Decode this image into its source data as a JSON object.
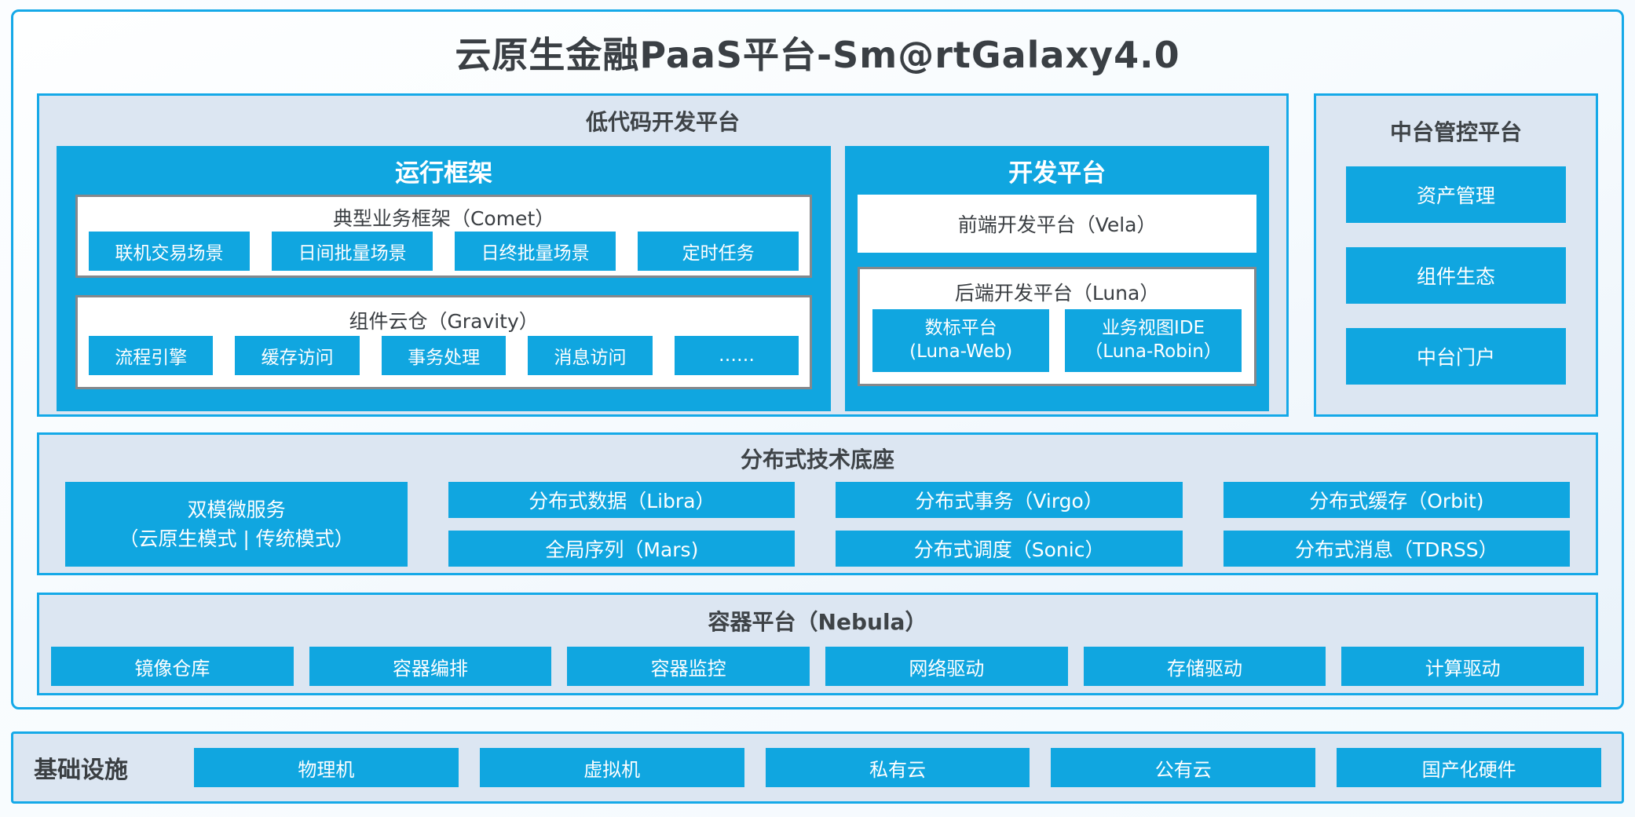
{
  "title": "云原生金融PaaS平台-Sm@rtGalaxy4.0",
  "colors": {
    "accent_blue": "#10A6E0",
    "border_cyan": "#15A9E8",
    "panel_bg": "#DCE6F2",
    "box_border_gray": "#85888C",
    "text_dark": "#3E4347",
    "text_white": "#FFFFFF"
  },
  "lowcode": {
    "title": "低代码开发平台",
    "runtime": {
      "title": "运行框架",
      "comet": {
        "title": "典型业务框架（Comet）",
        "items": [
          "联机交易场景",
          "日间批量场景",
          "日终批量场景",
          "定时任务"
        ]
      },
      "gravity": {
        "title": "组件云仓（Gravity）",
        "items": [
          "流程引擎",
          "缓存访问",
          "事务处理",
          "消息访问",
          "……"
        ]
      }
    },
    "dev": {
      "title": "开发平台",
      "vela": {
        "title": "前端开发平台（Vela）"
      },
      "luna": {
        "title": "后端开发平台（Luna）",
        "items": [
          {
            "line1": "数标平台",
            "line2": "(Luna-Web)"
          },
          {
            "line1": "业务视图IDE",
            "line2": "（Luna-Robin）"
          }
        ]
      }
    }
  },
  "midplatform": {
    "title": "中台管控平台",
    "items": [
      "资产管理",
      "组件生态",
      "中台门户"
    ]
  },
  "distributed": {
    "title": "分布式技术底座",
    "dual_mode": {
      "line1": "双模微服务",
      "line2": "（云原生模式 | 传统模式）"
    },
    "columns": [
      {
        "top": "分布式数据（Libra）",
        "bottom": "全局序列（Mars)"
      },
      {
        "top": "分布式事务（Virgo）",
        "bottom": "分布式调度（Sonic）"
      },
      {
        "top": "分布式缓存（Orbit)",
        "bottom": "分布式消息（TDRSS）"
      }
    ]
  },
  "container_platform": {
    "title": "容器平台（Nebula）",
    "items": [
      "镜像仓库",
      "容器编排",
      "容器监控",
      "网络驱动",
      "存储驱动",
      "计算驱动"
    ]
  },
  "infrastructure": {
    "title": "基础设施",
    "items": [
      "物理机",
      "虚拟机",
      "私有云",
      "公有云",
      "国产化硬件"
    ]
  }
}
